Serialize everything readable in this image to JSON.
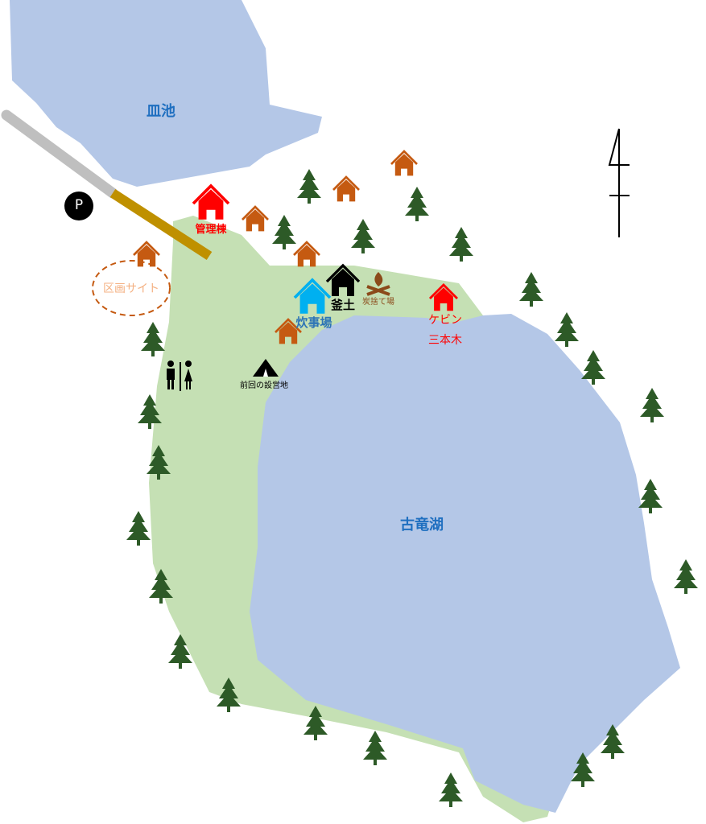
{
  "labels": {
    "upper_pond": "皿池",
    "lake": "古竜湖",
    "office": "管理棟",
    "plot_site": "区画サイト",
    "kitchen": "炊事場",
    "kamado": "釜土",
    "charcoal": "炭捨て場",
    "cabin": "ケビン",
    "three_trees": "三本木",
    "last_site": "前回の設営地",
    "parking": "P"
  },
  "colors": {
    "water": "#b4c7e7",
    "land": "#c5e0b4",
    "tree": "#2d5a27",
    "cabin_orange": "#c55a11",
    "red": "#ff0000",
    "blue_house": "#00b0f0",
    "road_gray": "#bfbfbf",
    "road_gold": "#bf9000"
  }
}
